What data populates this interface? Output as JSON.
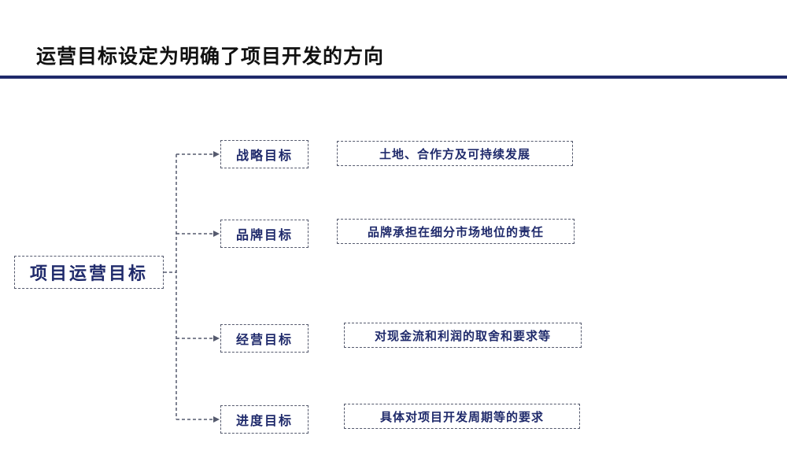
{
  "header": {
    "title": "运营目标设定为明确了项目开发的方向",
    "rule_color": "#1f2a6b"
  },
  "diagram": {
    "root": "项目运营目标",
    "text_color": "#1f2a6b",
    "branches": [
      {
        "label": "战略目标",
        "description": "土地、合作方及可持续发展"
      },
      {
        "label": "品牌目标",
        "description": "品牌承担在细分市场地位的责任"
      },
      {
        "label": "经营目标",
        "description": "对现金流和利润的取舍和要求等"
      },
      {
        "label": "进度目标",
        "description": "具体对项目开发周期等的要求"
      }
    ]
  }
}
